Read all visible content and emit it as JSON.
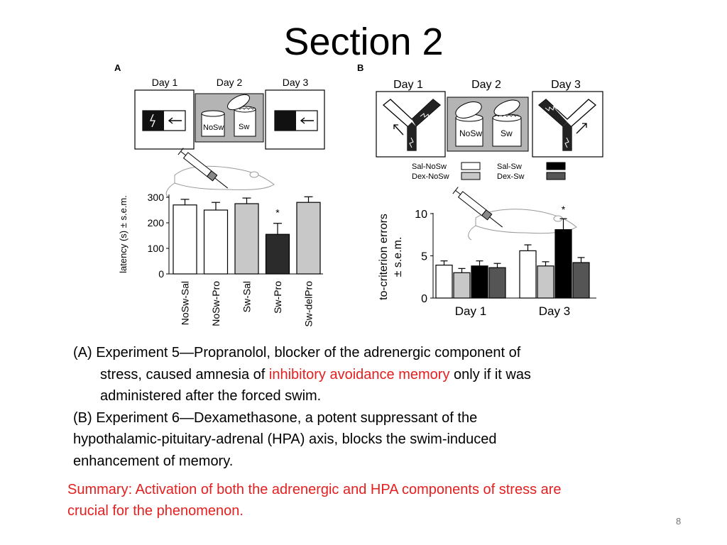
{
  "slide": {
    "title": "Section 2",
    "page_number": "8"
  },
  "panel_a": {
    "letter": "A",
    "days": [
      "Day 1",
      "Day 2",
      "Day 3"
    ],
    "cond_nosw": "NoSw",
    "cond_sw": "Sw"
  },
  "panel_b": {
    "letter": "B",
    "days": [
      "Day 1",
      "Day 2",
      "Day 3"
    ],
    "cond_nosw": "NoSw",
    "cond_sw": "Sw"
  },
  "chart_data": [
    {
      "type": "bar",
      "ylabel": "latency (s) ± s.e.m.",
      "ylim": [
        0,
        300
      ],
      "yticks": [
        0,
        100,
        200,
        300
      ],
      "categories": [
        "NoSw-Sal",
        "NoSw-Pro",
        "Sw-Sal",
        "Sw-Pro",
        "Sw-delPro"
      ],
      "values": [
        270,
        250,
        275,
        155,
        280
      ],
      "errors": [
        22,
        30,
        22,
        43,
        22
      ],
      "fills": [
        "#ffffff",
        "#ffffff",
        "#c8c8c8",
        "#2b2b2b",
        "#c8c8c8"
      ],
      "significant": [
        false,
        false,
        false,
        true,
        false
      ],
      "sig_marker": "*"
    },
    {
      "type": "bar",
      "ylabel_lines": [
        "to-criterion errors",
        "± s.e.m."
      ],
      "ylim": [
        0,
        10
      ],
      "yticks": [
        0,
        5,
        10
      ],
      "categories": [
        "Day 1",
        "Day 3"
      ],
      "series": [
        {
          "name": "Sal-NoSw",
          "color": "#ffffff",
          "values": [
            3.9,
            5.6
          ],
          "errors": [
            0.5,
            0.7
          ]
        },
        {
          "name": "Dex-NoSw",
          "color": "#c8c8c8",
          "values": [
            3.0,
            3.8
          ],
          "errors": [
            0.5,
            0.5
          ]
        },
        {
          "name": "Sal-Sw",
          "color": "#000000",
          "values": [
            3.8,
            8.1
          ],
          "errors": [
            0.6,
            1.3
          ]
        },
        {
          "name": "Dex-Sw",
          "color": "#555555",
          "values": [
            3.6,
            4.2
          ],
          "errors": [
            0.5,
            0.6
          ]
        }
      ],
      "significant": [
        [
          false,
          false,
          false,
          false
        ],
        [
          false,
          false,
          true,
          false
        ]
      ],
      "sig_marker": "*"
    }
  ],
  "caption": {
    "a_line1": "(A) Experiment 5—Propranolol, blocker of the adrenergic component of",
    "a_line2_pre": "stress, caused amnesia of ",
    "a_line2_highlight": "inhibitory avoidance memory",
    "a_line2_post": " only if it was",
    "a_line3": "administered after the forced swim.",
    "b_line1": "(B) Experiment 6—Dexamethasone, a potent suppressant of the",
    "b_line2": "hypothalamic-pituitary-adrenal (HPA) axis, blocks the swim-induced",
    "b_line3": "enhancement of memory."
  },
  "summary": {
    "line1": "Summary: Activation of both the adrenergic and HPA components of stress are",
    "line2": "crucial for the phenomenon."
  },
  "colors": {
    "highlight": "#e41f1f",
    "frame_gray": "#b4b4b4"
  }
}
